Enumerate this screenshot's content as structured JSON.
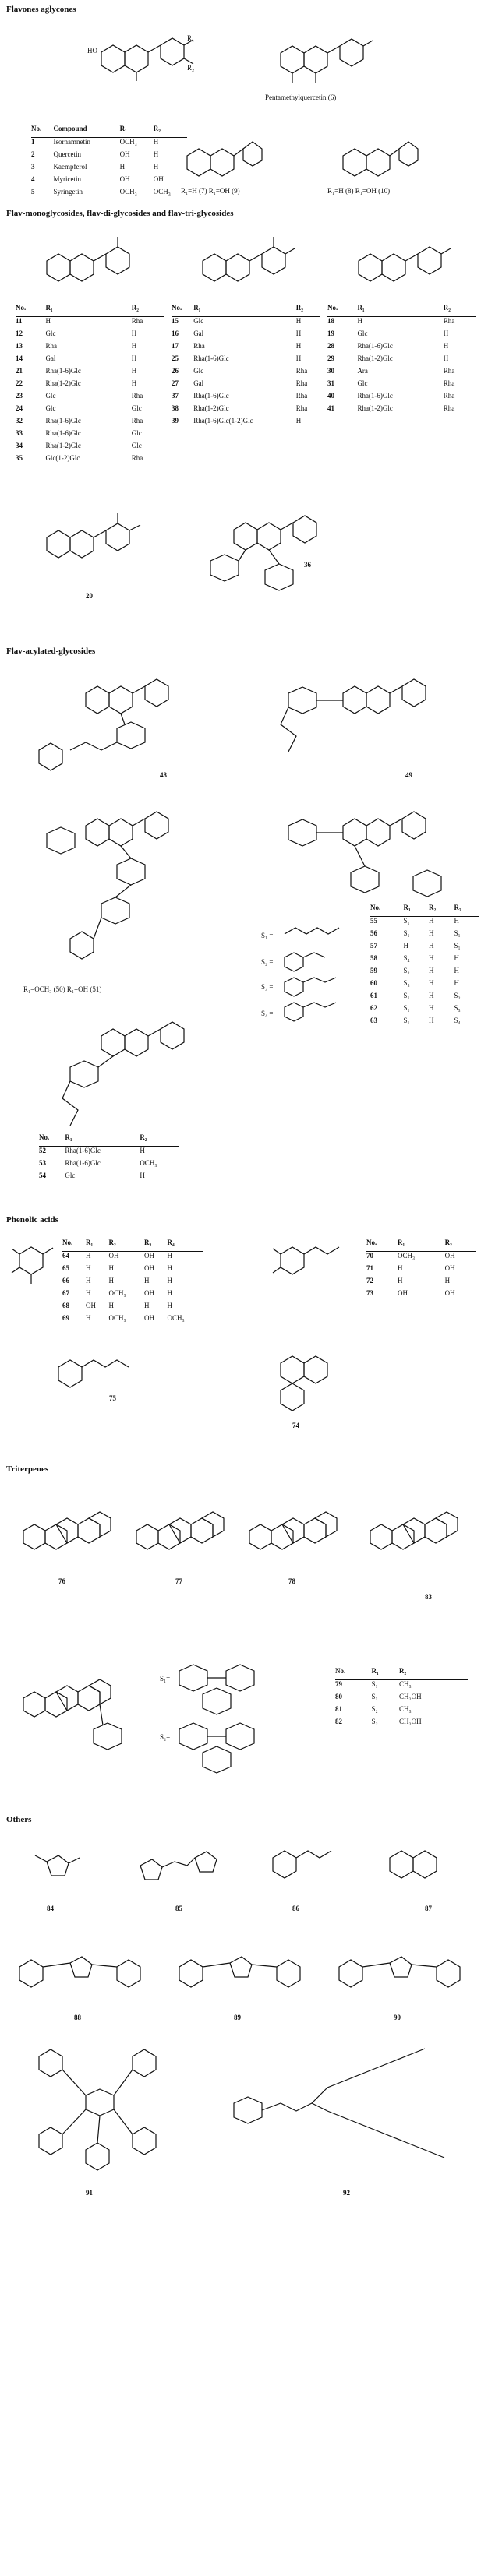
{
  "sections": {
    "flavones": "Flavones aglycones",
    "monoglycosides": "Flav-monoglycosides, flav-di-glycosides and flav-tri-glycosides",
    "acylated": "Flav-acylated-glycosides",
    "phenolic": "Phenolic acids",
    "triterpenes": "Triterpenes",
    "others": "Others"
  },
  "flavones": {
    "pentamethyl_caption": "Pentamethylquercetin (6)",
    "aglycone_table": {
      "headers": [
        "No.",
        "Compound",
        "R₁",
        "R₂"
      ],
      "rows": [
        [
          "1",
          "Isorhamnetin",
          "OCH₃",
          "H"
        ],
        [
          "2",
          "Quercetin",
          "OH",
          "H"
        ],
        [
          "3",
          "Kaempferol",
          "H",
          "H"
        ],
        [
          "4",
          "Myricetin",
          "OH",
          "OH"
        ],
        [
          "5",
          "Syringetin",
          "OCH₃",
          "OCH₃"
        ]
      ]
    },
    "caption_7_9": "R₁=H (7) R₁=OH (9)",
    "caption_8_10": "R₁=H (8) R₁=OH (10)"
  },
  "glycosides": {
    "table_a": {
      "headers": [
        "No.",
        "R₁",
        "R₂"
      ],
      "rows": [
        [
          "11",
          "H",
          "Rha"
        ],
        [
          "12",
          "Glc",
          "H"
        ],
        [
          "13",
          "Rha",
          "H"
        ],
        [
          "14",
          "Gal",
          "H"
        ],
        [
          "21",
          "Rha(1-6)Glc",
          "H"
        ],
        [
          "22",
          "Rha(1-2)Glc",
          "H"
        ],
        [
          "23",
          "Glc",
          "Rha"
        ],
        [
          "24",
          "Glc",
          "Glc"
        ],
        [
          "32",
          "Rha(1-6)Glc",
          "Rha"
        ],
        [
          "33",
          "Rha(1-6)Glc",
          "Glc"
        ],
        [
          "34",
          "Rha(1-2)Glc",
          "Glc"
        ],
        [
          "35",
          "Glc(1-2)Glc",
          "Rha"
        ]
      ]
    },
    "table_b": {
      "headers": [
        "No.",
        "R₁",
        "R₂"
      ],
      "rows": [
        [
          "15",
          "Glc",
          "H"
        ],
        [
          "16",
          "Gal",
          "H"
        ],
        [
          "17",
          "Rha",
          "H"
        ],
        [
          "25",
          "Rha(1-6)Glc",
          "H"
        ],
        [
          "26",
          "Glc",
          "Rha"
        ],
        [
          "27",
          "Gal",
          "Rha"
        ],
        [
          "37",
          "Rha(1-6)Glc",
          "Rha"
        ],
        [
          "38",
          "Rha(1-2)Glc",
          "Rha"
        ],
        [
          "39",
          "Rha(1-6)Glc(1-2)Glc",
          "H"
        ]
      ]
    },
    "table_c": {
      "headers": [
        "No.",
        "R₁",
        "R₂"
      ],
      "rows": [
        [
          "18",
          "H",
          "Rha"
        ],
        [
          "19",
          "Glc",
          "H"
        ],
        [
          "28",
          "Rha(1-6)Glc",
          "H"
        ],
        [
          "29",
          "Rha(1-2)Glc",
          "H"
        ],
        [
          "30",
          "Ara",
          "Rha"
        ],
        [
          "31",
          "Glc",
          "Rha"
        ],
        [
          "40",
          "Rha(1-6)Glc",
          "Rha"
        ],
        [
          "41",
          "Rha(1-2)Glc",
          "Rha"
        ]
      ]
    },
    "label_20": "20",
    "label_36": "36"
  },
  "acylated": {
    "label_48": "48",
    "label_49": "49",
    "caption_50_51": "R₁=OCH₃ (50)   R₁=OH (51)",
    "substituents": [
      "S₁ =",
      "S₂ =",
      "S₃ =",
      "S₄ ="
    ],
    "table_s": {
      "headers": [
        "No.",
        "R₁",
        "R₂",
        "R₃"
      ],
      "rows": [
        [
          "55",
          "S₁",
          "H",
          "H"
        ],
        [
          "56",
          "S₁",
          "H",
          "S₁"
        ],
        [
          "57",
          "H",
          "H",
          "S₁"
        ],
        [
          "58",
          "S₄",
          "H",
          "H"
        ],
        [
          "59",
          "S₂",
          "H",
          "H"
        ],
        [
          "60",
          "S₃",
          "H",
          "H"
        ],
        [
          "61",
          "S₁",
          "H",
          "S₂"
        ],
        [
          "62",
          "S₁",
          "H",
          "S₃"
        ],
        [
          "63",
          "S₁",
          "H",
          "S₄"
        ]
      ]
    },
    "table_52": {
      "headers": [
        "No.",
        "R₁",
        "R₂"
      ],
      "rows": [
        [
          "52",
          "Rha(1-6)Glc",
          "H"
        ],
        [
          "53",
          "Rha(1-6)Glc",
          "OCH₃"
        ],
        [
          "54",
          "Glc",
          "H"
        ]
      ]
    }
  },
  "phenolic": {
    "table_a": {
      "headers": [
        "No.",
        "R₁",
        "R₂",
        "R₃",
        "R₄"
      ],
      "rows": [
        [
          "64",
          "H",
          "OH",
          "OH",
          "H"
        ],
        [
          "65",
          "H",
          "H",
          "OH",
          "H"
        ],
        [
          "66",
          "H",
          "H",
          "H",
          "H"
        ],
        [
          "67",
          "H",
          "OCH₃",
          "OH",
          "H"
        ],
        [
          "68",
          "OH",
          "H",
          "H",
          "H"
        ],
        [
          "69",
          "H",
          "OCH₃",
          "OH",
          "OCH₃"
        ]
      ]
    },
    "table_b": {
      "headers": [
        "No.",
        "R₁",
        "R₂"
      ],
      "rows": [
        [
          "70",
          "OCH₃",
          "OH"
        ],
        [
          "71",
          "H",
          "OH"
        ],
        [
          "72",
          "H",
          "H"
        ],
        [
          "73",
          "OH",
          "OH"
        ]
      ]
    },
    "label_75": "75",
    "label_74": "74"
  },
  "triterpenes": {
    "labels": [
      "76",
      "77",
      "78",
      "83"
    ],
    "sugar_labels": [
      "S₁=",
      "S₂="
    ],
    "table": {
      "headers": [
        "No.",
        "R₁",
        "R₂"
      ],
      "rows": [
        [
          "79",
          "S₁",
          "CH₃"
        ],
        [
          "80",
          "S₁",
          "CH₂OH"
        ],
        [
          "81",
          "S₂",
          "CH₃"
        ],
        [
          "82",
          "S₂",
          "CH₂OH"
        ]
      ]
    }
  },
  "others": {
    "labels": [
      "84",
      "85",
      "86",
      "87",
      "88",
      "89",
      "90",
      "91",
      "92"
    ]
  }
}
